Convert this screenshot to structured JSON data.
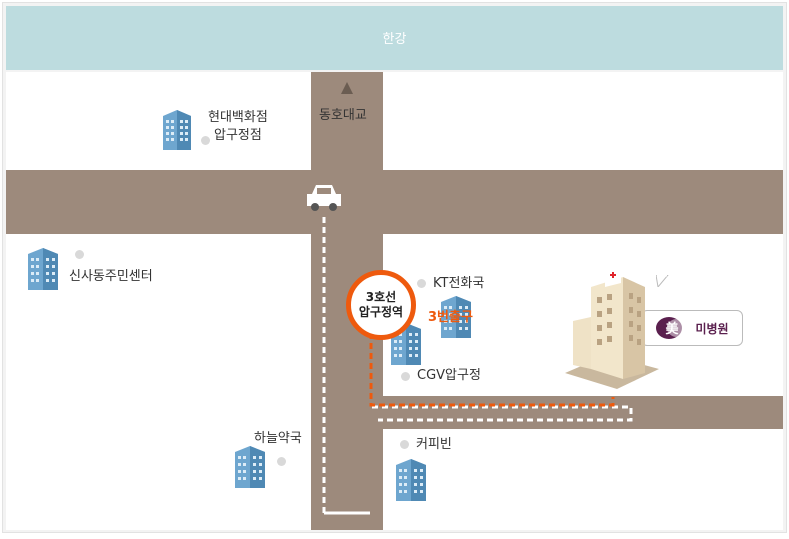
{
  "river": {
    "label": "한강"
  },
  "bridge": {
    "label": "동호대교"
  },
  "station": {
    "line": "3호선",
    "name": "압구정역"
  },
  "exit": {
    "label": "3번출구"
  },
  "clinic": {
    "name": "미병원",
    "logo_char": "美"
  },
  "landmarks": {
    "hyundai_line1": "현대백화점",
    "hyundai_line2": "압구정점",
    "sinsa": "신사동주민센터",
    "kt": "KT전화국",
    "cgv": "CGV압구정",
    "pharmacy": "하늘약국",
    "coffee": "커피빈"
  },
  "colors": {
    "river": "#bddcdf",
    "road": "#9d8a7c",
    "route": "#ee5a0e",
    "car_route": "#ffffff",
    "building": "#6ea6cf",
    "clinic_brand": "#5a1f4e"
  },
  "icons": {
    "car": "car-icon",
    "building": "building-icon",
    "hospital": "hospital-building-icon",
    "arrow": "up-arrow-icon"
  }
}
